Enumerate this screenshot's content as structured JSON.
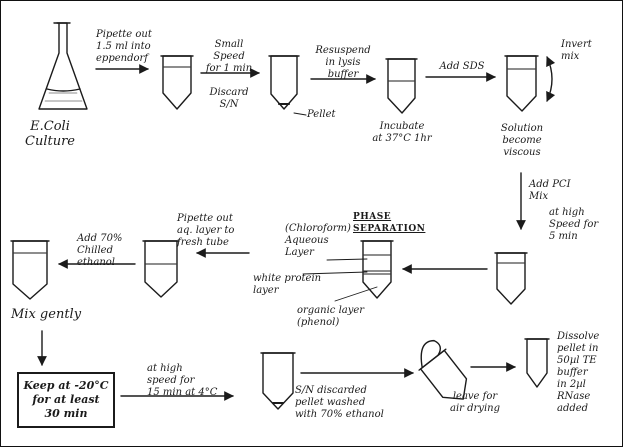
{
  "flask_label": "E.Coli\nCulture",
  "steps": {
    "pipette_out": "Pipette out\n1.5 ml into\neppendorf",
    "small_speed": "Small\nSpeed\nfor 1 min",
    "discard": "Discard\nS/N",
    "pellet": "Pellet",
    "resuspend": "Resuspend\nin lysis\nbuffer",
    "incubate": "Incubate\nat 37°C 1hr",
    "add_sds": "Add SDS",
    "invert_mix": "Invert\nmix",
    "viscous": "Solution\nbecome\nviscous",
    "add_pci": "Add PCI\nMix",
    "high_speed_5": "at high\nSpeed for\n5 min",
    "phase_separation": "PHASE SEPARATION",
    "chloroform": "(Chloroform)\nAqueous\nLayer",
    "white_protein": "white protein\nlayer",
    "organic": "organic layer\n(phenol)",
    "pipette_aq": "Pipette out\naq. layer to\nfresh tube",
    "add_ethanol": "Add 70%\nChilled\nethanol",
    "mix_gently": "Mix gently",
    "keep_at": "Keep at -20°C\nfor at least\n30 min",
    "high_speed_15": "at high\nspeed for\n15 min at 4°C",
    "sn_discarded": "S/N discarded\npellet washed\nwith 70% ethanol",
    "air_drying": "leave for\nair drying",
    "dissolve": "Dissolve\npellet in\n50µl TE\nbuffer\nin 2µl\nRNase\nadded"
  }
}
